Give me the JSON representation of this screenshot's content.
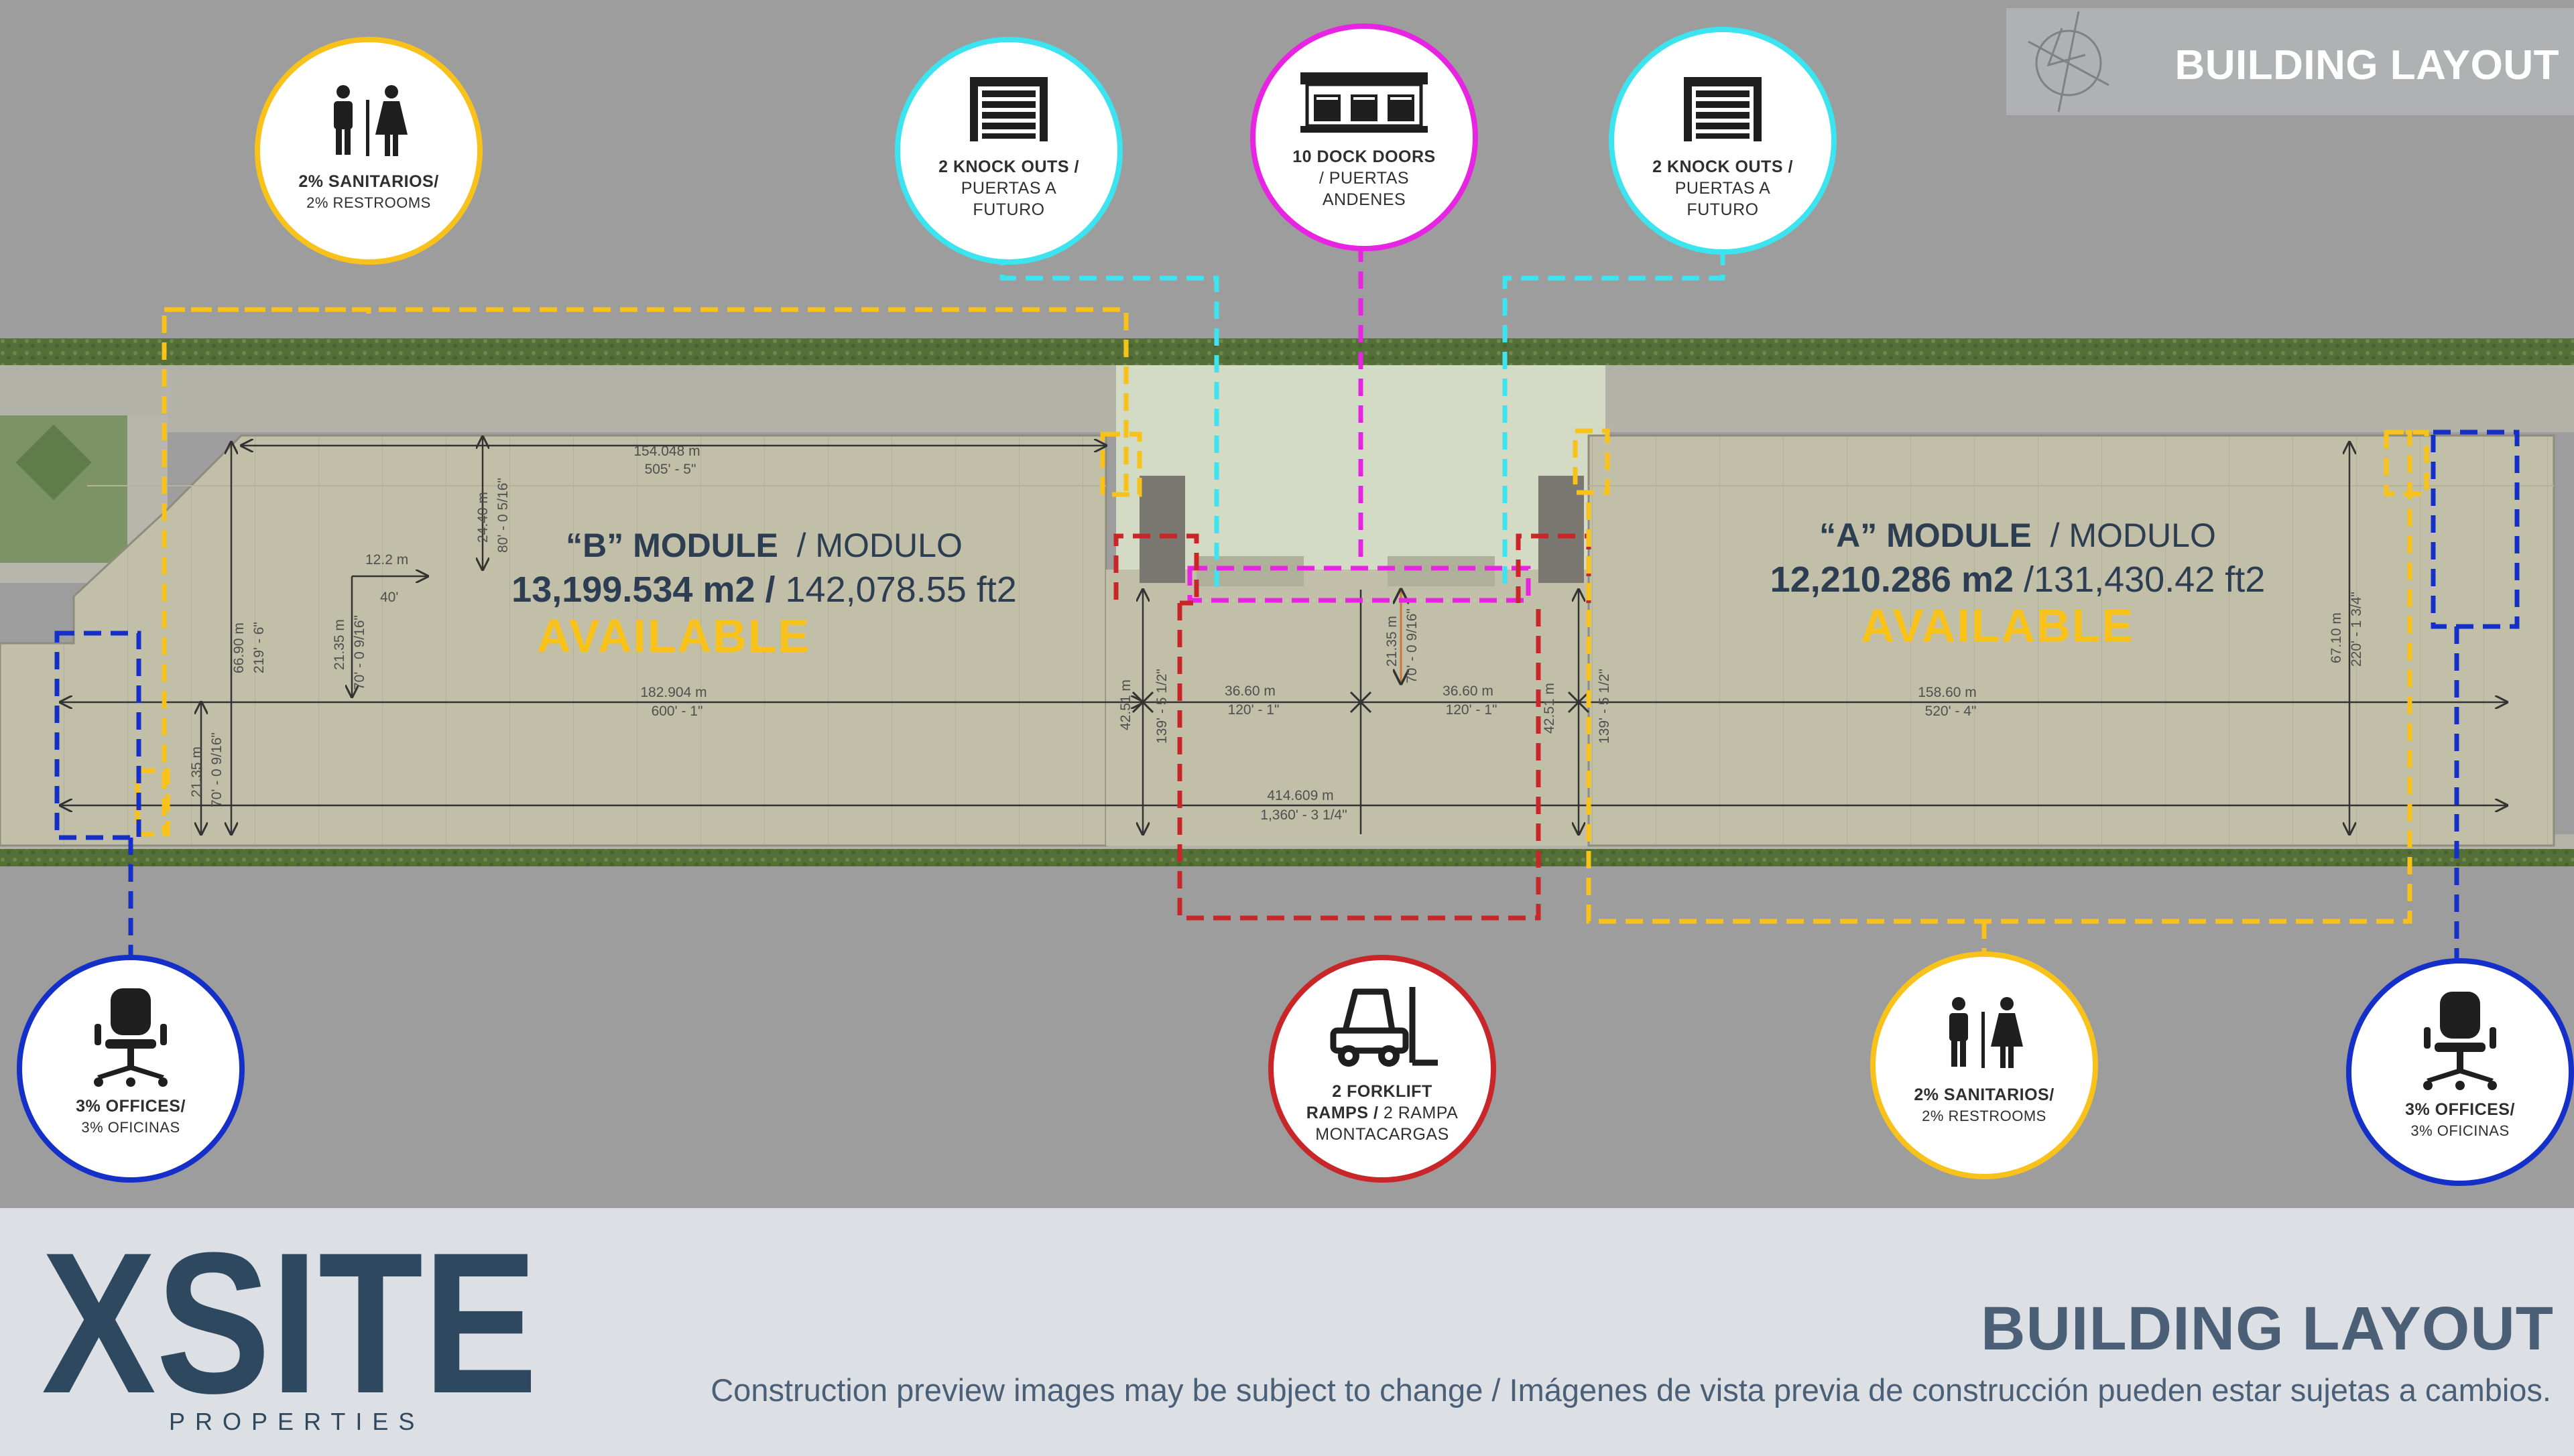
{
  "header": {
    "title": "BUILDING LAYOUT"
  },
  "modules": {
    "b": {
      "name": "“B” MODULE",
      "name_es": "/ MODULO",
      "area_m2": "13,199.534 m2 /",
      "area_ft2": "142,078.55 ft2",
      "status": "AVAILABLE"
    },
    "a": {
      "name": "“A” MODULE",
      "name_es": "/ MODULO",
      "area_m2": "12,210.286 m2",
      "area_ft2": "/131,430.42 ft2",
      "status": "AVAILABLE"
    }
  },
  "callouts": {
    "restrooms_top": {
      "line1": "2% SANITARIOS/",
      "line2": "2% RESTROOMS"
    },
    "knockouts_left": {
      "line1": "2 KNOCK OUTS /",
      "line2": "PUERTAS A",
      "line3": "FUTURO"
    },
    "dock_doors": {
      "line1": "10 DOCK DOORS",
      "line2": "/ PUERTAS",
      "line3": "ANDENES"
    },
    "knockouts_right": {
      "line1": "2 KNOCK OUTS /",
      "line2": "PUERTAS A",
      "line3": "FUTURO"
    },
    "offices_left": {
      "line1": "3% OFFICES/",
      "line2": "3% OFICINAS"
    },
    "forklift": {
      "line1": "2 FORKLIFT",
      "line2a": "RAMPS /",
      "line2b": "2 RAMPA",
      "line3": "MONTACARGAS"
    },
    "restrooms_bottom": {
      "line1": "2% SANITARIOS/",
      "line2": "2% RESTROOMS"
    },
    "offices_right": {
      "line1": "3% OFFICES/",
      "line2": "3% OFICINAS"
    }
  },
  "dimensions": {
    "b_top_m": "154.048  m",
    "b_top_ft": "505' - 5\"",
    "b_height_m": "66.90  m",
    "b_height_ft": "219' - 6\"",
    "b_bay_m": "24.40  m",
    "b_bay_ft": "80' - 0 5/16\"",
    "col_x_m": "12.2 m",
    "col_x_ft": "40'",
    "col_y_m": "21.35 m",
    "col_y_ft": "70' - 0 9/16\"",
    "b_len_m": "182.904  m",
    "b_len_ft": "600' - 1\"",
    "end_bay_m": "21.35  m",
    "end_bay_ft": "70' - 0 9/16\"",
    "dock_left_m": "42.51  m",
    "dock_left_ft": "139' - 5 1/2\"",
    "mid1_m": "36.60  m",
    "mid1_ft": "120' - 1\"",
    "mid_bay_m": "21.35  m",
    "mid_bay_ft": "70' - 0 9/16\"",
    "mid2_m": "36.60  m",
    "mid2_ft": "120' - 1\"",
    "dock_right_m": "42.51  m",
    "dock_right_ft": "139' - 5 1/2\"",
    "total_m": "414.609  m",
    "total_ft": "1,360' - 3  1/4\"",
    "a_len_m": "158.60  m",
    "a_len_ft": "520' - 4\"",
    "a_height_m": "67.10  m",
    "a_height_ft": "220' - 1 3/4\""
  },
  "footer": {
    "logo": "XSITE",
    "logo_sub": "PROPERTIES",
    "title": "BUILDING LAYOUT",
    "note": "Construction preview images may be subject to change / Imágenes de vista previa de construcción pueden estar sujetas a cambios."
  },
  "colors": {
    "restrooms": "#f8c21a",
    "knockouts": "#3ce4ef",
    "dock_doors": "#e824e3",
    "offices": "#1530c9",
    "forklift": "#c9262a",
    "accent_text": "#2e3e52",
    "available": "#f8c21a"
  },
  "icons": {
    "restrooms": "restroom-icon",
    "knockouts": "garage-door-icon",
    "dock_doors": "dock-building-icon",
    "offices": "office-chair-icon",
    "forklift": "forklift-icon",
    "logo": "compass-logo-icon"
  }
}
